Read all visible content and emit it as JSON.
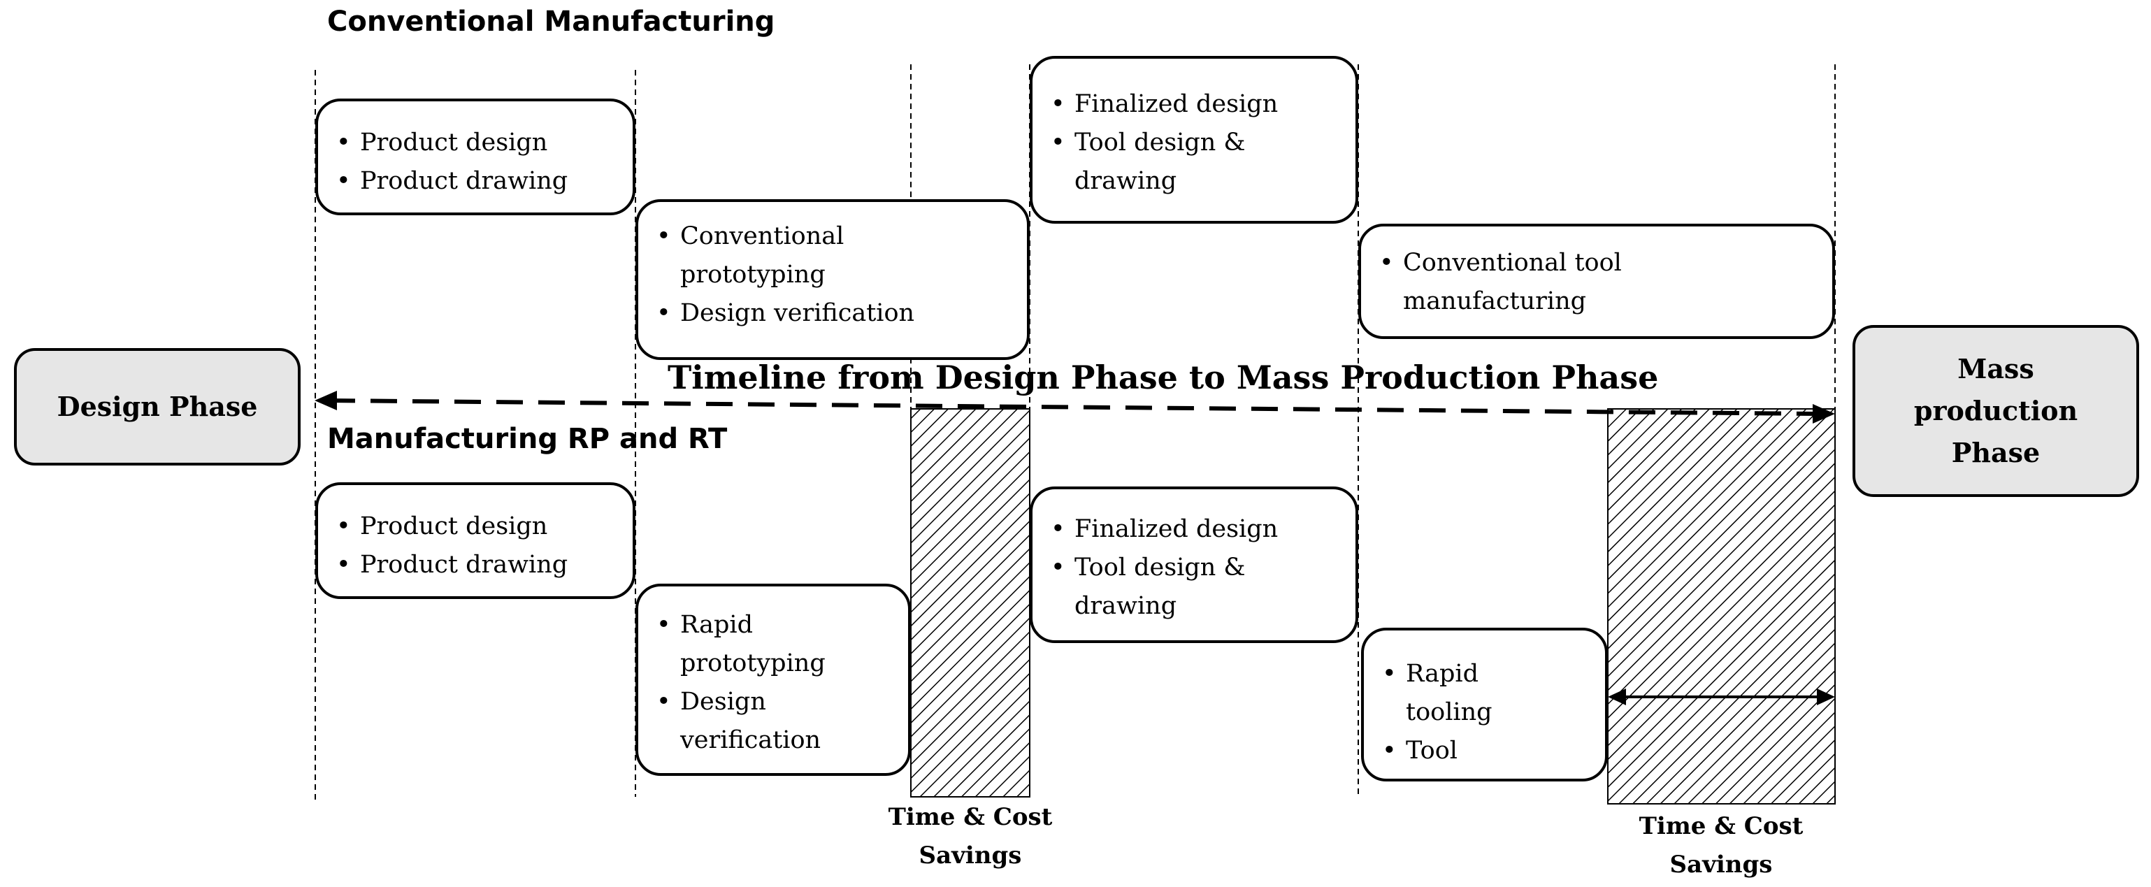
{
  "sections": {
    "conventional_title": "Conventional Manufacturing",
    "rp_rt_title": "Manufacturing RP and RT"
  },
  "timeline": {
    "label": "Timeline from Design Phase to Mass Production Phase"
  },
  "phases": {
    "design": "Design Phase",
    "mass_production": "Mass production Phase"
  },
  "conventional": {
    "box1": [
      "Product design",
      "Product drawing"
    ],
    "box2": [
      "Conventional prototyping",
      "Design verification"
    ],
    "box3": [
      "Finalized design",
      "Tool design & drawing"
    ],
    "box4": [
      "Conventional tool manufacturing"
    ]
  },
  "rp_rt": {
    "box1": [
      "Product design",
      "Product drawing"
    ],
    "box2": [
      "Rapid prototyping",
      "Design verification"
    ],
    "box3": [
      "Finalized design",
      "Tool design & drawing"
    ],
    "box4": [
      "Rapid tooling",
      "Tool"
    ]
  },
  "savings": {
    "label1": "Time & Cost Savings",
    "label2": "Time & Cost Savings"
  },
  "colors": {
    "phase_fill": "#e6e6e6",
    "stroke": "#000000"
  }
}
